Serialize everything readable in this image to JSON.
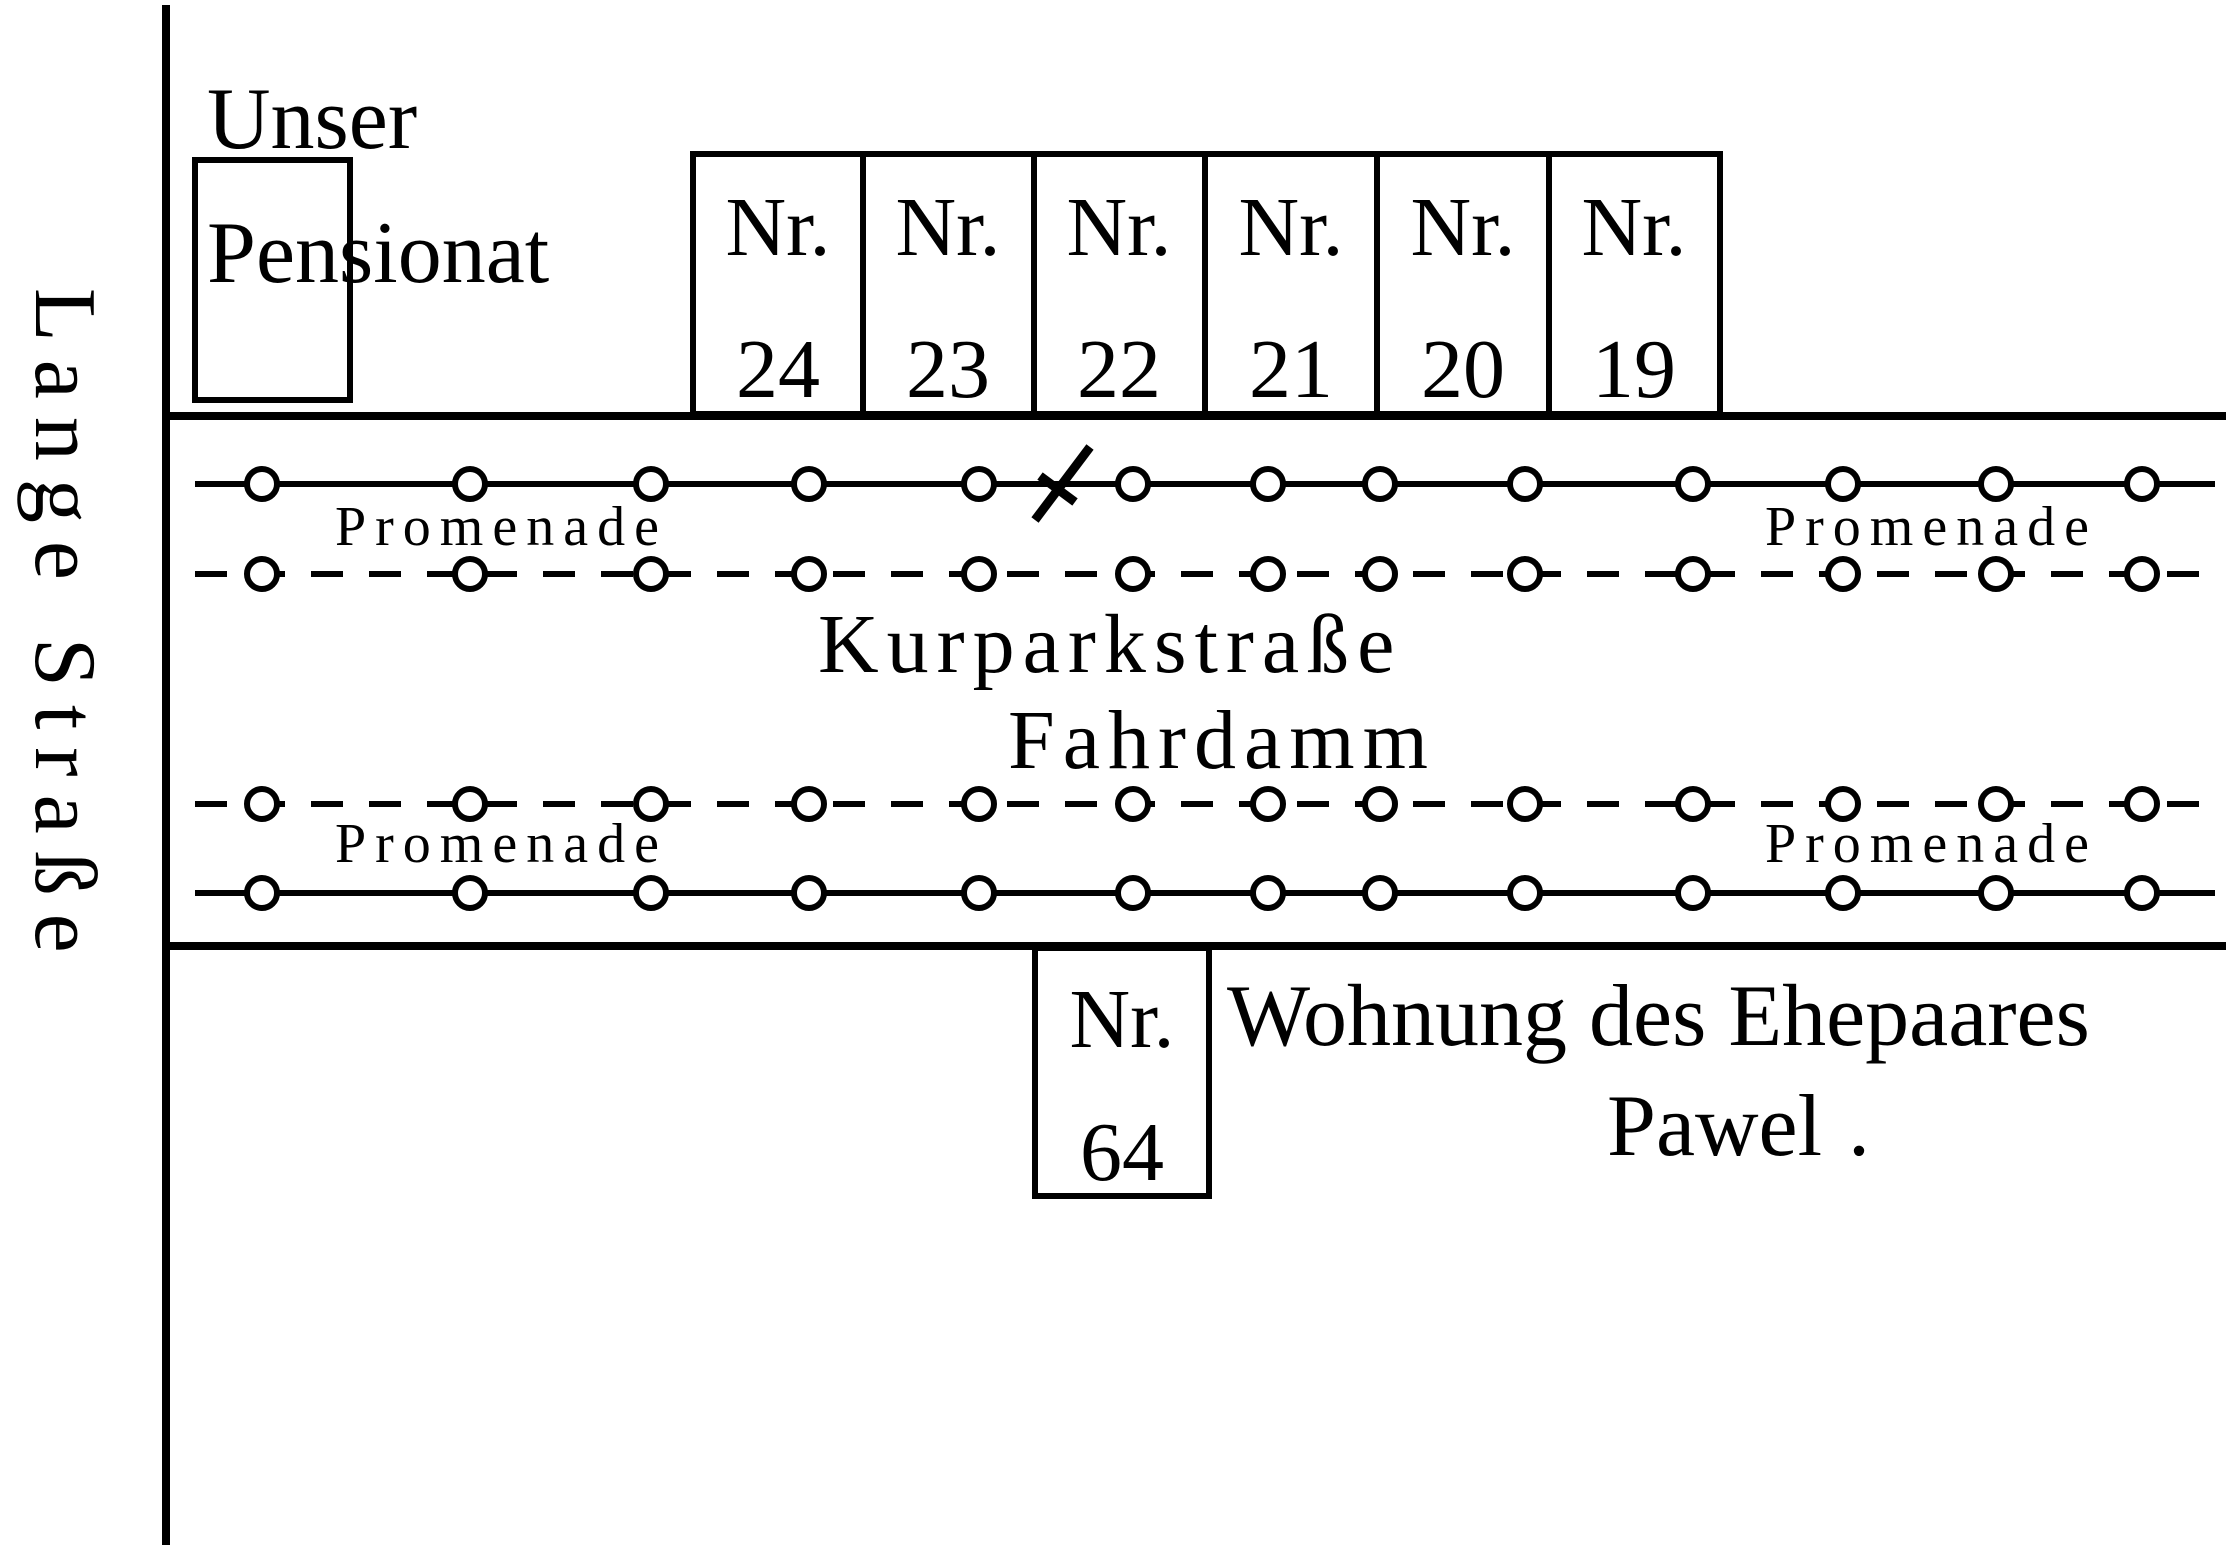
{
  "streets": {
    "lange_strasse": "Lange Straße",
    "kurparkstrasse": "Kurparkstraße",
    "fahrdamm": "Fahrdamm",
    "promenade": "Promenade"
  },
  "pensionat": {
    "line1": "Unser",
    "line2": "Pensionat"
  },
  "houses_north": [
    {
      "prefix": "Nr.",
      "number": "24"
    },
    {
      "prefix": "Nr.",
      "number": "23"
    },
    {
      "prefix": "Nr.",
      "number": "22"
    },
    {
      "prefix": "Nr.",
      "number": "21"
    },
    {
      "prefix": "Nr.",
      "number": "20"
    },
    {
      "prefix": "Nr.",
      "number": "19"
    }
  ],
  "house_south": {
    "prefix": "Nr.",
    "number": "64"
  },
  "pawel": {
    "line1": "Wohnung des Ehepaares",
    "line2": "Pawel",
    "line2_period": "."
  },
  "colors": {
    "ink": "#000000",
    "paper": "#ffffff"
  }
}
